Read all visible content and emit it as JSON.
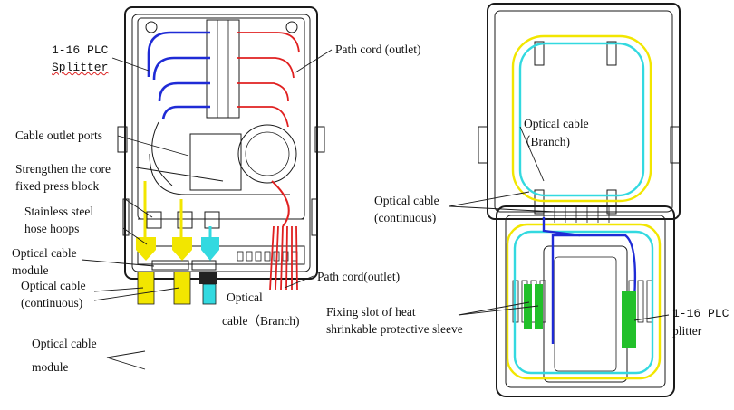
{
  "left_labels": {
    "plc_splitter_line1": "1-16 PLC",
    "plc_splitter_line2": "Splitter",
    "path_cord_outlet_top": "Path cord (outlet)",
    "cable_outlet_ports": "Cable outlet ports",
    "strengthen_line1": "Strengthen the core",
    "strengthen_line2": "fixed press block",
    "hose_line1": "Stainless steel",
    "hose_line2": "hose hoops",
    "module_line1": "Optical cable",
    "module_line2": "module",
    "continuous_line1": "Optical cable",
    "continuous_line2": "(continuous)",
    "branch_line1": "Optical",
    "branch_line2": "cable（Branch)",
    "path_cord_outlet_bottom": "Path cord(outlet)",
    "bottom_module_line1": "Optical  cable",
    "bottom_module_line2": "module"
  },
  "right_labels": {
    "branch_line1": "Optical cable",
    "branch_line2": "（Branch)",
    "continuous_line1": "Optical cable",
    "continuous_line2": "(continuous)",
    "fixing_line1": "Fixing slot of heat",
    "fixing_line2": "shrinkable protective sleeve",
    "plc_line1": "1-16 PLC",
    "plc_line2": "plitter"
  },
  "colors": {
    "outline": "#1a1a1a",
    "blue_fiber": "#1f2bd6",
    "red_fiber": "#e02020",
    "yellow_fiber": "#f2e600",
    "cyan_fiber": "#33d9e0",
    "green_sleeve": "#22c02a"
  }
}
